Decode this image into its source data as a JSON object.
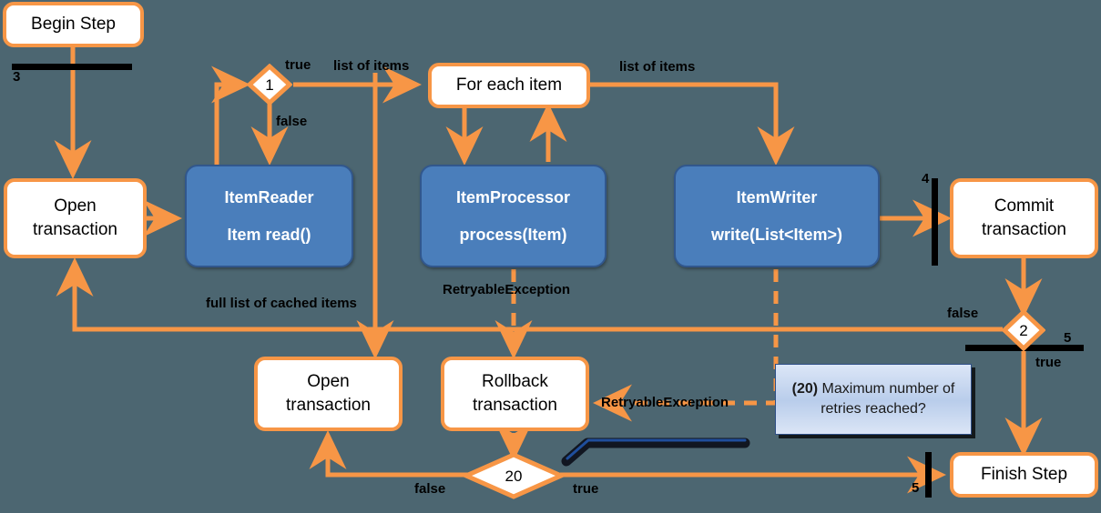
{
  "diagram": {
    "title": "Spring Batch step chunk-oriented processing flow",
    "background_color": "#4c6671",
    "accent_color": "#f79646",
    "blue_color": "#4a7ebb",
    "nodes": {
      "begin_step": "Begin Step",
      "open_transaction_top": "Open\ntransaction",
      "item_reader_name": "ItemReader",
      "item_reader_method": "Item read()",
      "for_each_item": "For each item",
      "item_processor_name": "ItemProcessor",
      "item_processor_method": "process(Item)",
      "item_writer_name": "ItemWriter",
      "item_writer_method": "write(List<Item>)",
      "commit_transaction": "Commit\ntransaction",
      "open_transaction_bottom": "Open\ntransaction",
      "rollback_transaction": "Rollback\ntransaction",
      "finish_step": "Finish Step",
      "note_bold": "(20)",
      "note_text": "Maximum number of retries reached?"
    },
    "decisions": [
      {
        "id": "d1",
        "label": "1"
      },
      {
        "id": "d2",
        "label": "2"
      },
      {
        "id": "d20",
        "label": "20"
      }
    ],
    "edge_labels": {
      "true_1": "true",
      "false_1": "false",
      "list_of_items_1": "list of items",
      "list_of_items_2": "list of items",
      "full_list_of_cached_items": "full list of cached items",
      "retryable_exception_processor": "RetryableException",
      "retryable_exception_writer": "RetryableException",
      "false_2": "false",
      "true_2": "true",
      "false_20": "false",
      "true_20": "true"
    },
    "bar_labels": {
      "bar_3": "3",
      "bar_4": "4",
      "bar_5_top": "5",
      "bar_5_bottom": "5"
    }
  }
}
